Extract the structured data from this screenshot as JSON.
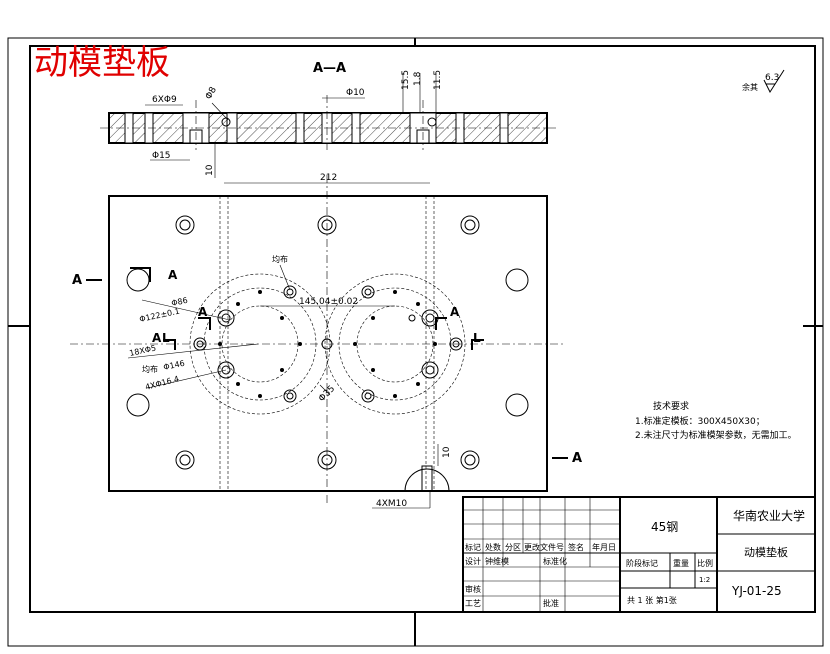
{
  "title_red": "动模垫板",
  "section_label": "A—A",
  "roughness": {
    "prefix": "余其",
    "value": "6.3"
  },
  "dimensions": {
    "holes_6x9": "6XΦ9",
    "phi8": "Φ8",
    "phi10": "Φ10",
    "d15_5": "15.5",
    "d1_8": "1.8",
    "d11_5": "11.5",
    "phi15": "Φ15",
    "d10_sec": "10",
    "d212": "212",
    "d145": "145.04±0.02",
    "phi86": "Φ86",
    "phi122": "Φ122±0.1",
    "holes_18": "18XΦ5",
    "phi146": "Φ146",
    "holes_4x16": "4XΦ16.4",
    "phi35": "Φ35",
    "d10_plate": "10",
    "holes_4xm10": "4XM10",
    "note_top": "均布",
    "note_left": "均布"
  },
  "section_marks": {
    "a": "A",
    "l": "L"
  },
  "tech_notes": {
    "heading": "技术要求",
    "line1": "1.标准定模板：300X450X30；",
    "line2": "2.未注尺寸为标准模架参数，无需加工。"
  },
  "title_block": {
    "material": "45钢",
    "school": "华南农业大学",
    "part_name": "动模垫板",
    "drawing_no": "YJ-01-25",
    "scale": "1:2",
    "sheet": "共 1 张  第1张",
    "h_mark": "标记",
    "h_count": "处数",
    "h_zone": "分区",
    "h_change": "更改文件号",
    "h_sign": "签名",
    "h_date": "年月日",
    "h_design": "设计",
    "h_std": "标准化",
    "h_stage": "阶段标记",
    "h_weight": "重量",
    "h_ratio": "比例",
    "h_check": "审核",
    "h_process": "工艺",
    "h_approve": "批准",
    "h_signer": "钟维模"
  }
}
